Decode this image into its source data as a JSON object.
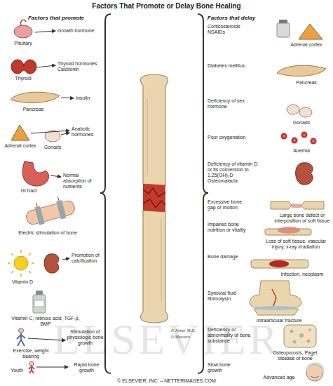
{
  "diagram": {
    "title": "Factors That Promote or Delay Bone Healing",
    "labels": [
      "Factors that promote",
      "Factors that delay",
      "Growth hormone",
      "Pituitary",
      "Thyroid hormones Calcitonin",
      "Thyroid",
      "Insulin",
      "Pancreas",
      "Anabolic hormones",
      "Adrenal cortex",
      "Gonads",
      "Normal absorption of nutrients",
      "GI tract",
      "Electric stimulation of bone",
      "Promotion of calcification",
      "Vitamin D",
      "Vitamin C, retinoic acid, TGF-β, BMP",
      "Stimulation of physiologic bone growth",
      "Exercise, weight bearing",
      "Rapid bone growth",
      "Youth",
      "Corticosteroids NSAIDs",
      "Adrenal cortex",
      "Diabetes mellitus",
      "Pancreas",
      "Deficiency of sex hormone",
      "Gonads",
      "Poor oxygenation",
      "Anemia",
      "Deficiency of vitamin D or its conversion to 1,25(OH)₂D Osteomalacia",
      "Excessive bone gap or motion",
      "Large bone defect or interposition of soft tissue",
      "Impaired bone nutrition or vitality",
      "Loss of soft tissue, vascular injury, x-ray irradiation",
      "Bone damage",
      "Infection, neoplasm",
      "Synovial fluid fibrinolysin",
      "Intraarticular fracture",
      "Deficiency or abnormality of bone substance",
      "Osteoporosis, Paget disease of bone",
      "Slow bone growth",
      "Advanced age",
      "F. Netter M.D.",
      "D Mascaro",
      "ELSEVIER",
      "© ELSEVIER, INC. – NETTERIMAGES.COM"
    ]
  }
}
